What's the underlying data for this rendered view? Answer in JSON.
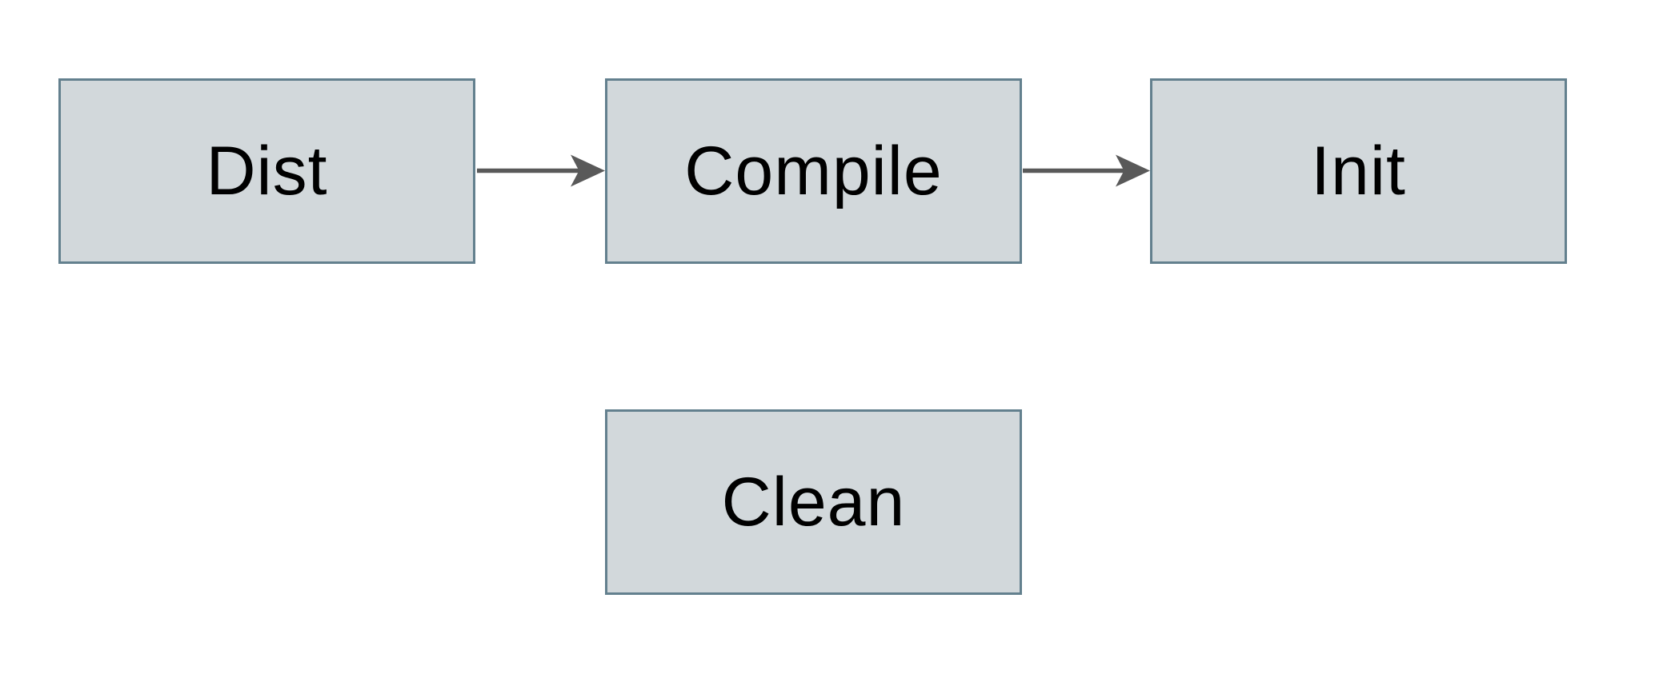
{
  "diagram": {
    "type": "flowchart",
    "background_color": "#ffffff",
    "node_fill_color": "#d2d8db",
    "node_border_color": "#63808e",
    "edge_color": "#595959",
    "text_color": "#000000",
    "nodes": [
      {
        "id": "dist",
        "label": "Dist"
      },
      {
        "id": "compile",
        "label": "Compile"
      },
      {
        "id": "init",
        "label": "Init"
      },
      {
        "id": "clean",
        "label": "Clean"
      }
    ],
    "edges": [
      {
        "from": "dist",
        "to": "compile",
        "direction": "right"
      },
      {
        "from": "compile",
        "to": "init",
        "direction": "right"
      }
    ]
  }
}
